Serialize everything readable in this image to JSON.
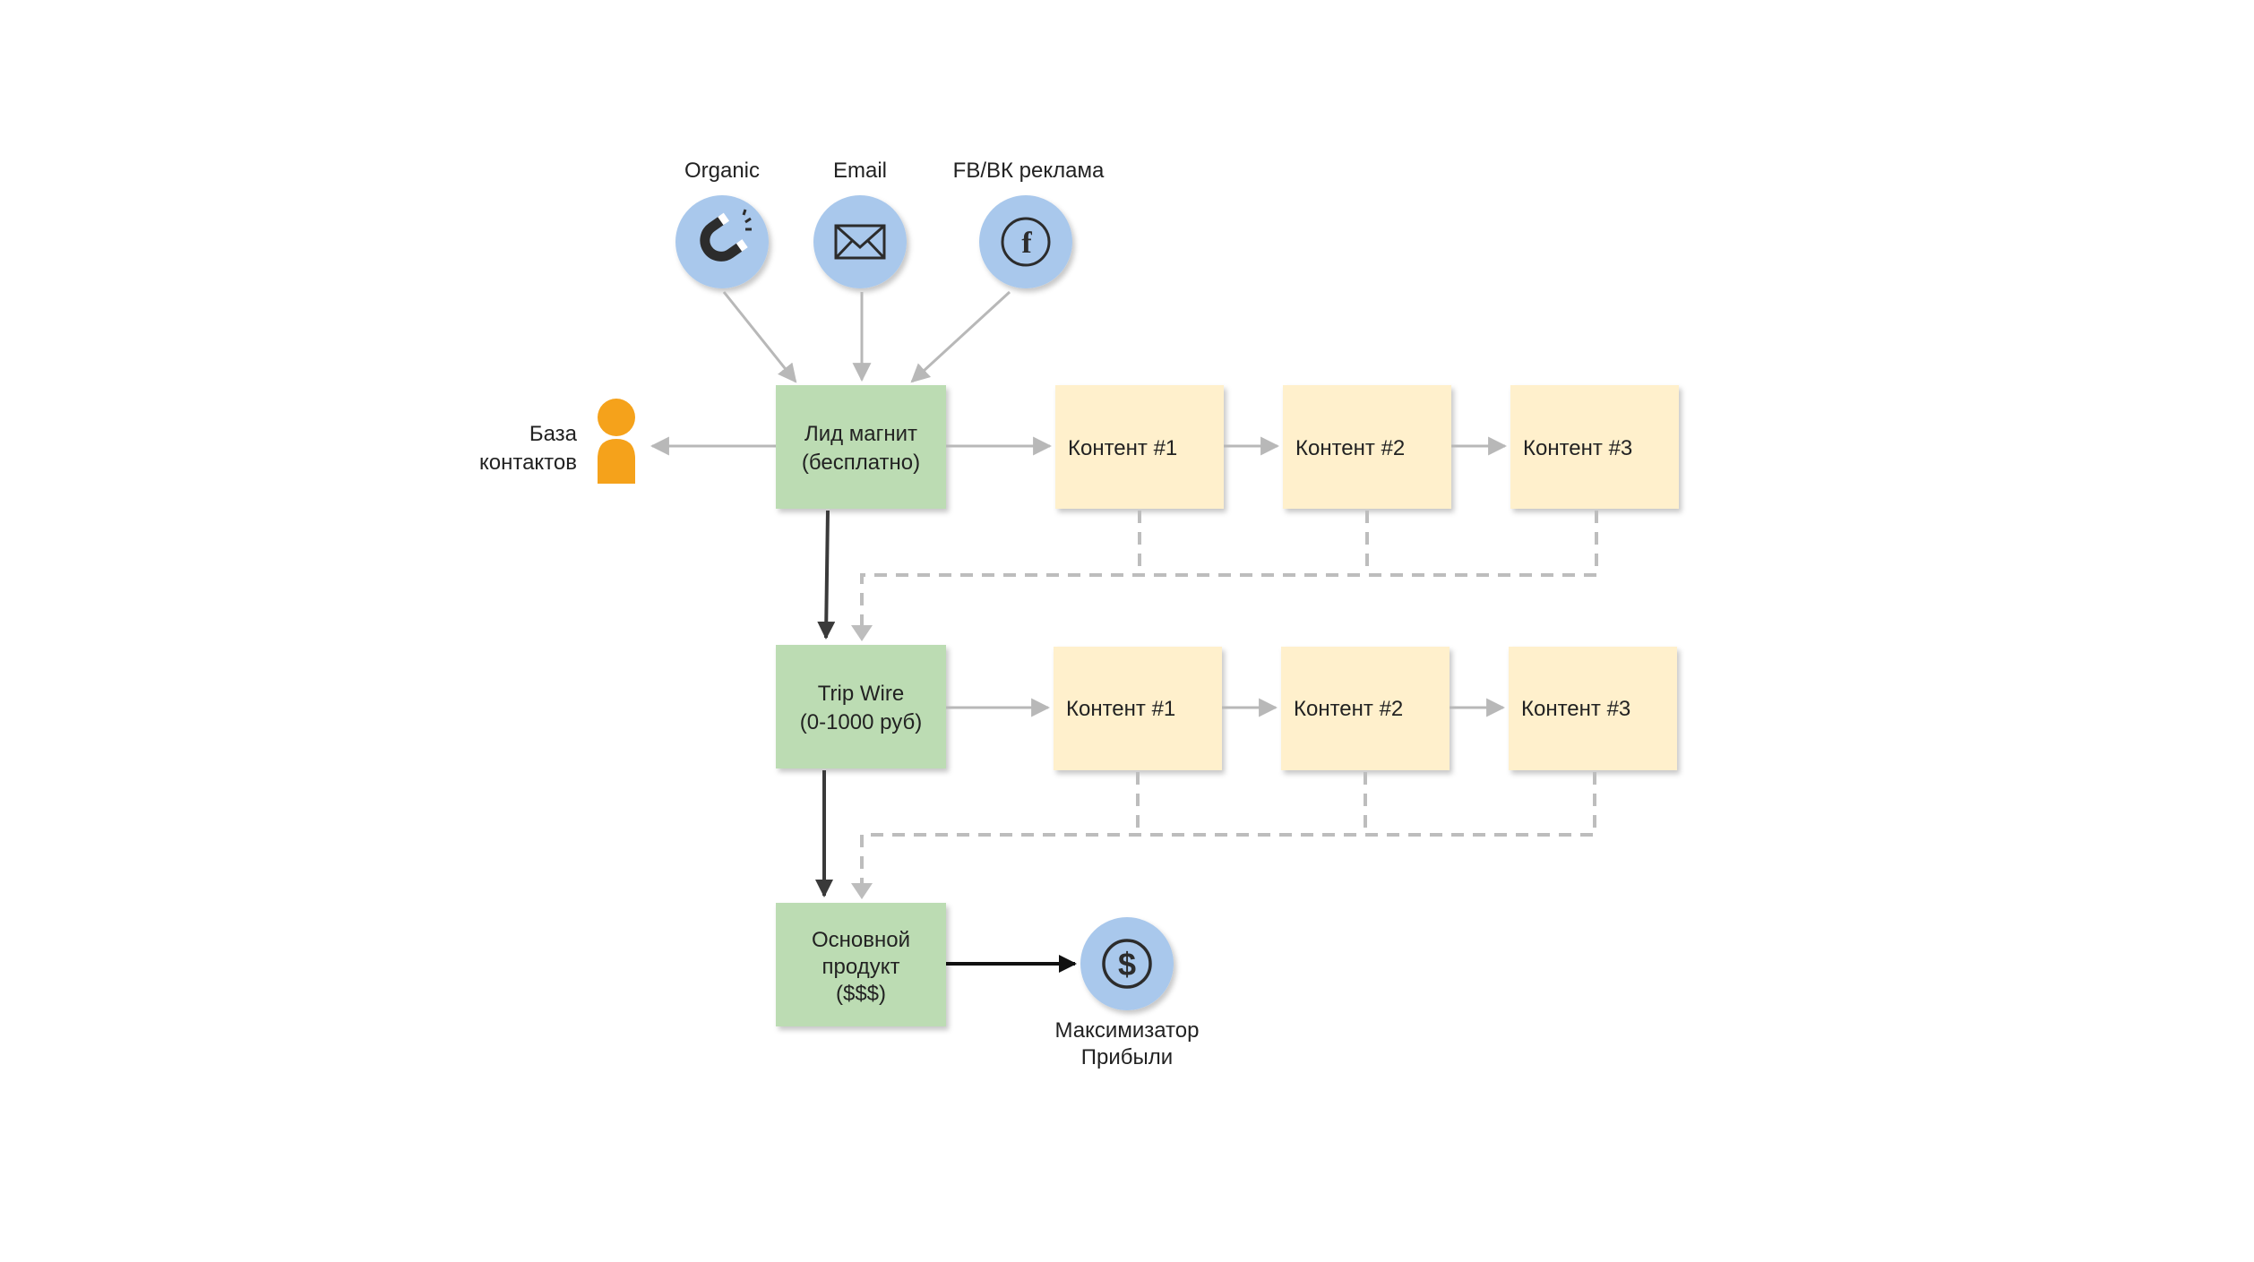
{
  "sources": [
    {
      "label": "Organic",
      "icon": "magnet-icon"
    },
    {
      "label": "Email",
      "icon": "envelope-icon"
    },
    {
      "label": "FB/ВК реклама",
      "icon": "facebook-icon"
    }
  ],
  "contacts": {
    "label_line1": "База",
    "label_line2": "контактов",
    "icon": "person-icon"
  },
  "lead_magnet": {
    "line1": "Лид магнит",
    "line2": "(бесплатно)"
  },
  "tripwire": {
    "line1": "Trip Wire",
    "line2": "(0-1000 руб)"
  },
  "main_product": {
    "line1": "Основной",
    "line2": "продукт",
    "line3": "($$$)"
  },
  "content_row1": [
    "Контент #1",
    "Контент #2",
    "Контент #3"
  ],
  "content_row2": [
    "Контент #1",
    "Контент #2",
    "Контент #3"
  ],
  "maximizer": {
    "line1": "Максимизатор",
    "line2": "Прибыли",
    "icon": "dollar-icon"
  },
  "colors": {
    "stage_box": "#bcdcb3",
    "content_box": "#fff0cc",
    "source_circle": "#a9c8ec",
    "person": "#f5a21b",
    "icon_stroke": "#2c2c2c"
  }
}
